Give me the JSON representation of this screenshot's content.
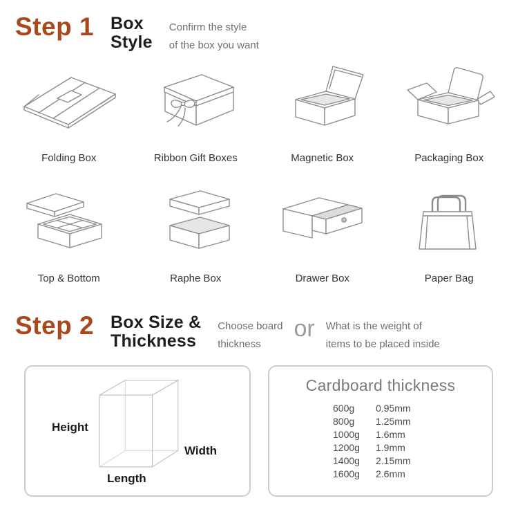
{
  "colors": {
    "step_accent": "#a8481c",
    "heading": "#1e1e1e",
    "muted_text": "#6f6f6f",
    "line_art": "#8c8c8c",
    "panel_border": "#cccccc"
  },
  "step1": {
    "label": "Step 1",
    "title_line1": "Box",
    "title_line2": "Style",
    "desc_line1": "Confirm the style",
    "desc_line2": "of the box you want",
    "items": [
      {
        "name": "Folding Box",
        "icon": "folding-box-icon"
      },
      {
        "name": "Ribbon Gift Boxes",
        "icon": "ribbon-gift-boxes-icon"
      },
      {
        "name": "Magnetic Box",
        "icon": "magnetic-box-icon"
      },
      {
        "name": "Packaging Box",
        "icon": "packaging-box-icon"
      },
      {
        "name": "Top & Bottom",
        "icon": "top-and-bottom-box-icon"
      },
      {
        "name": "Raphe Box",
        "icon": "raphe-box-icon"
      },
      {
        "name": "Drawer Box",
        "icon": "drawer-box-icon"
      },
      {
        "name": "Paper Bag",
        "icon": "paper-bag-icon"
      }
    ]
  },
  "step2": {
    "label": "Step 2",
    "title_line1": "Box Size &",
    "title_line2": "Thickness",
    "option_a_line1": "Choose board",
    "option_a_line2": "thickness",
    "conjunction": "or",
    "option_b_line1": "What is the weight of",
    "option_b_line2": "items to be placed inside",
    "size_diagram": {
      "height_label": "Height",
      "width_label": "Width",
      "length_label": "Length"
    },
    "thickness_table": {
      "title": "Cardboard thickness",
      "rows": [
        {
          "weight": "600g",
          "thickness": "0.95mm"
        },
        {
          "weight": "800g",
          "thickness": "1.25mm"
        },
        {
          "weight": "1000g",
          "thickness": "1.6mm"
        },
        {
          "weight": "1200g",
          "thickness": "1.9mm"
        },
        {
          "weight": "1400g",
          "thickness": "2.15mm"
        },
        {
          "weight": "1600g",
          "thickness": "2.6mm"
        }
      ]
    }
  }
}
